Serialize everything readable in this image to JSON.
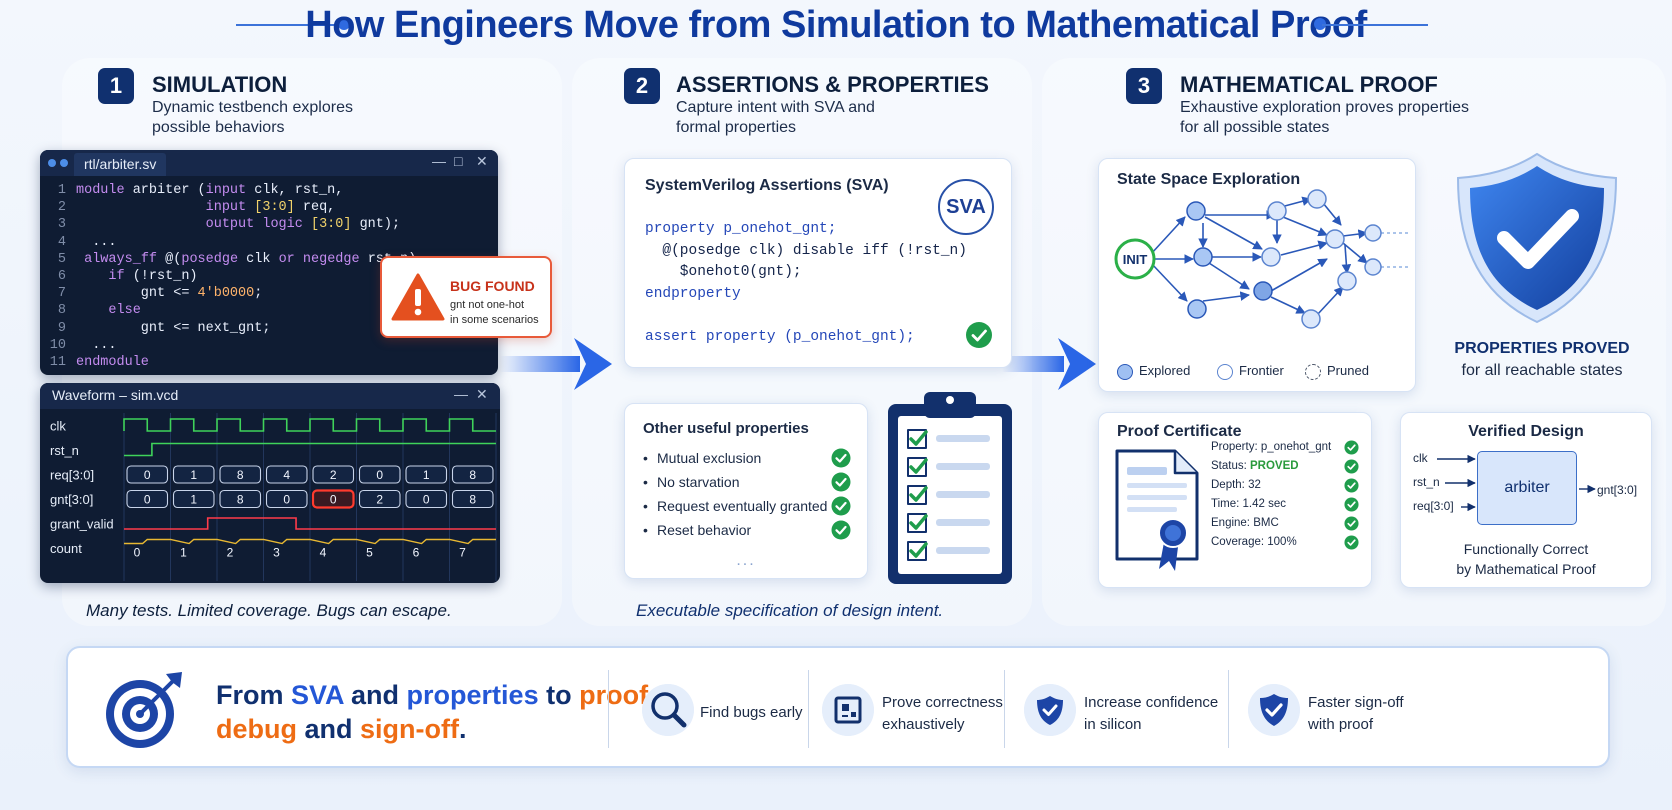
{
  "title": "How Engineers Move from Simulation to Mathematical Proof",
  "steps": [
    {
      "num": "1",
      "title": "SIMULATION",
      "subtitle_l1": "Dynamic testbench explores",
      "subtitle_l2": "possible behaviors"
    },
    {
      "num": "2",
      "title": "ASSERTIONS & PROPERTIES",
      "subtitle_l1": "Capture intent with SVA and",
      "subtitle_l2": "formal properties"
    },
    {
      "num": "3",
      "title": "MATHEMATICAL PROOF",
      "subtitle_l1": "Exhaustive exploration proves properties",
      "subtitle_l2": "for all possible states"
    }
  ],
  "code_window": {
    "tab": "rtl/arbiter.sv",
    "lines": [
      {
        "n": "1",
        "text": "module arbiter (input clk, rst_n,"
      },
      {
        "n": "2",
        "text": "                input [3:0] req,"
      },
      {
        "n": "3",
        "text": "                output logic [3:0] gnt);"
      },
      {
        "n": "4",
        "text": "  ..."
      },
      {
        "n": "5",
        "text": " always_ff @(posedge clk or negedge rst_n)"
      },
      {
        "n": "6",
        "text": "    if (!rst_n)"
      },
      {
        "n": "7",
        "text": "        gnt <= 4'b0000;"
      },
      {
        "n": "8",
        "text": "    else"
      },
      {
        "n": "9",
        "text": "        gnt <= next_gnt;"
      },
      {
        "n": "10",
        "text": "  ..."
      },
      {
        "n": "11",
        "text": "endmodule"
      }
    ]
  },
  "bug": {
    "title": "BUG FOUND",
    "line1": "gnt not one-hot",
    "line2": "in some scenarios"
  },
  "waveform": {
    "title": "Waveform – sim.vcd",
    "signals": [
      "clk",
      "rst_n",
      "req[3:0]",
      "gnt[3:0]",
      "grant_valid",
      "count"
    ],
    "req_values": [
      "0",
      "1",
      "8",
      "4",
      "2",
      "0",
      "1",
      "8"
    ],
    "gnt_values": [
      "0",
      "1",
      "8",
      "0",
      "0",
      "2",
      "0",
      "8"
    ],
    "count_values": [
      "0",
      "1",
      "2",
      "3",
      "4",
      "5",
      "6",
      "7"
    ],
    "bug_index": 4
  },
  "captions": {
    "sim": "Many tests. Limited coverage. Bugs can escape.",
    "props": "Executable specification of design intent."
  },
  "sva": {
    "title": "SystemVerilog Assertions (SVA)",
    "badge": "SVA",
    "code": [
      "property p_onehot_gnt;",
      "  @(posedge clk) disable iff (!rst_n)",
      "    $onehot0(gnt);",
      "endproperty",
      "",
      "assert property (p_onehot_gnt);"
    ]
  },
  "other_props": {
    "title": "Other useful properties",
    "items": [
      "Mutual exclusion",
      "No starvation",
      "Request eventually granted",
      "Reset behavior"
    ],
    "more": "..."
  },
  "state_space": {
    "title": "State Space Exploration",
    "init_label": "INIT",
    "legend": [
      "Explored",
      "Frontier",
      "Pruned"
    ]
  },
  "proved": {
    "title": "PROPERTIES PROVED",
    "subtitle": "for all reachable states"
  },
  "certificate": {
    "title": "Proof Certificate",
    "rows": [
      {
        "label": "Property:",
        "value": "p_onehot_gnt"
      },
      {
        "label": "Status:",
        "value": "PROVED"
      },
      {
        "label": "Depth:",
        "value": "32"
      },
      {
        "label": "Time:",
        "value": "1.42 sec"
      },
      {
        "label": "Engine:",
        "value": "BMC"
      },
      {
        "label": "Coverage:",
        "value": "100%"
      }
    ]
  },
  "verified_design": {
    "title": "Verified Design",
    "module": "arbiter",
    "inputs": [
      "clk",
      "rst_n",
      "req[3:0]"
    ],
    "output": "gnt[3:0]",
    "caption_l1": "Functionally Correct",
    "caption_l2": "by Mathematical Proof"
  },
  "banner": {
    "w1": "From ",
    "w2": "SVA",
    "w3": " and ",
    "w4": "properties",
    "w5": " to ",
    "w6": "proof",
    "w7": ",",
    "w8": "debug",
    "w9": " and ",
    "w10": "sign-off",
    "w11": ".",
    "features": [
      {
        "l1": "Find bugs early",
        "l2": ""
      },
      {
        "l1": "Prove correctness",
        "l2": "exhaustively"
      },
      {
        "l1": "Increase confidence",
        "l2": "in silicon"
      },
      {
        "l1": "Faster sign-off",
        "l2": "with proof"
      }
    ]
  },
  "colors": {
    "accent": "#2457d6",
    "navy": "#10306f",
    "orange": "#ee6c14",
    "pass": "#1f9d4c",
    "bug": "#e23b1e"
  }
}
